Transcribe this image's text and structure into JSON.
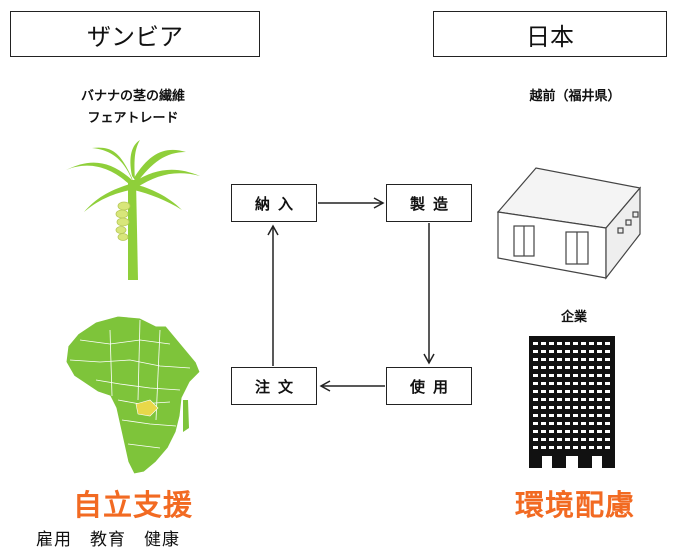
{
  "left_header": "ザンビア",
  "right_header": "日本",
  "banana_caption_line1": "バナナの茎の繊維",
  "banana_caption_line2": "フェアトレード",
  "location_caption": "越前（福井県）",
  "company_caption": "企業",
  "flow": {
    "nonyu": "納入",
    "seizo": "製造",
    "shiyo": "使用",
    "chumon": "注文"
  },
  "left_title": "自立支援",
  "left_subtitle": "雇用　教育　健康",
  "right_title": "環境配慮",
  "colors": {
    "accent_orange": "#f26a22",
    "banana_green": "#8fcf3a",
    "africa_green": "#7ec43a",
    "zambia_yellow": "#e8d84a",
    "building_black": "#111111"
  },
  "icons": [
    "banana-tree-icon",
    "africa-map-icon",
    "factory-icon",
    "office-building-icon"
  ]
}
